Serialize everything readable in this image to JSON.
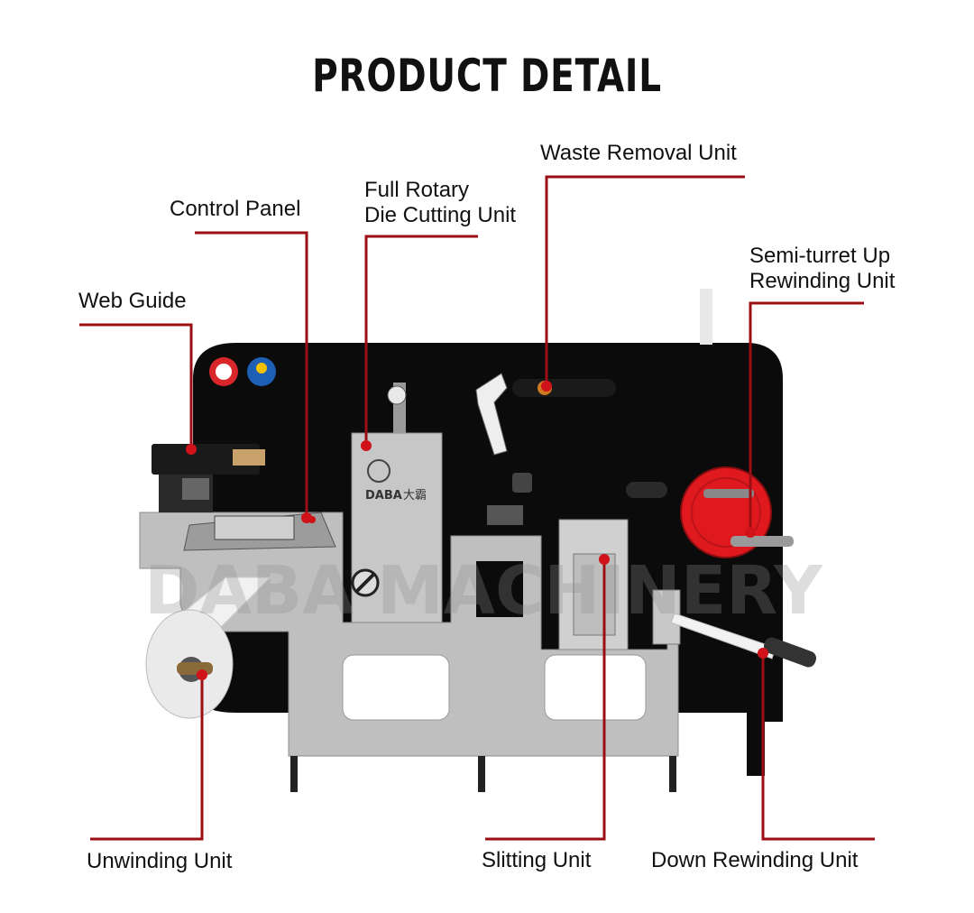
{
  "title": "PRODUCT DETAIL",
  "labels": {
    "control_panel": "Control Panel",
    "full_rotary_line1": "Full Rotary",
    "full_rotary_line2": "Die Cutting Unit",
    "waste_removal": "Waste Removal Unit",
    "semi_turret_line1": "Semi-turret Up",
    "semi_turret_line2": "Rewinding Unit",
    "web_guide": "Web Guide",
    "unwinding": "Unwinding Unit",
    "slitting": "Slitting Unit",
    "down_rewinding": "Down Rewinding Unit"
  },
  "machine": {
    "brand": "DABA",
    "brand_cn": "大霸",
    "watermark": "DABA MACHINERY"
  },
  "colors": {
    "leader": "#9b0f14",
    "body_black": "#0b0b0b",
    "frame_gray": "#bdbdbd",
    "turret_red": "#e0191f"
  }
}
